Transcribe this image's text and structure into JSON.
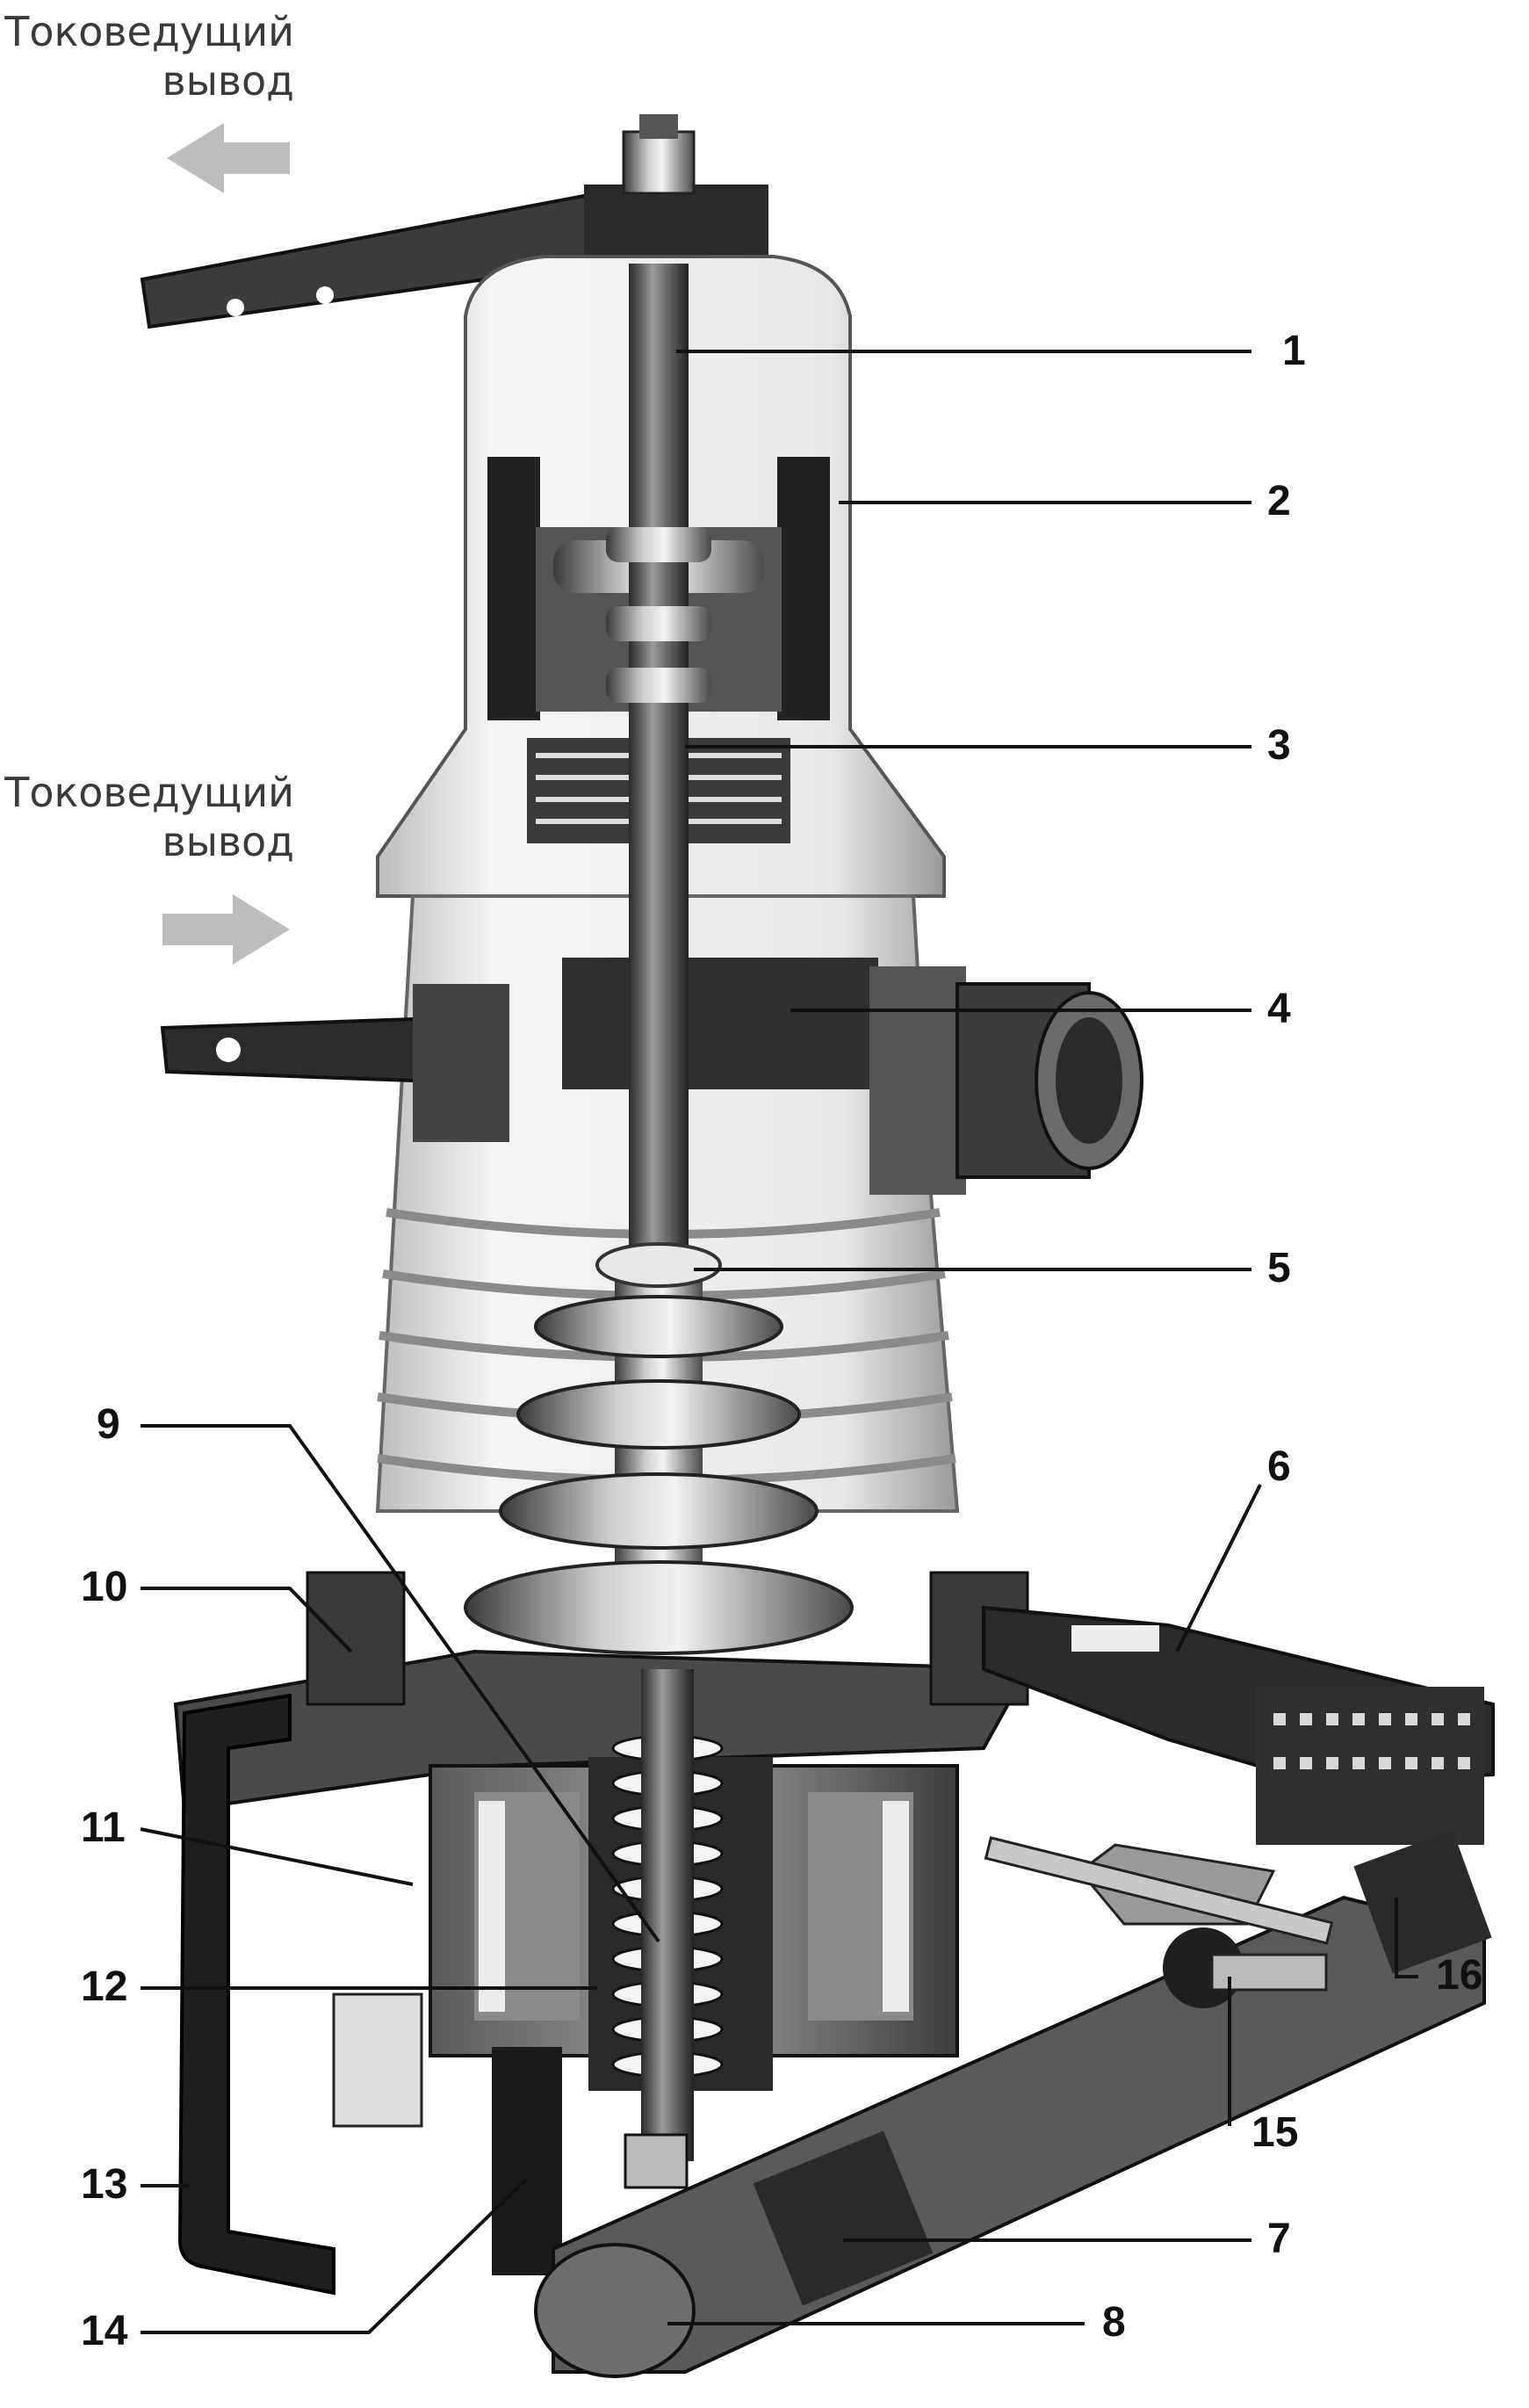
{
  "captions": {
    "top": [
      "Токоведущий",
      "вывод"
    ],
    "middle": [
      "Токоведущий",
      "вывод"
    ]
  },
  "arrows": {
    "top": "arrow-left-icon",
    "middle": "arrow-right-icon"
  },
  "callouts": [
    "1",
    "2",
    "3",
    "4",
    "5",
    "6",
    "7",
    "8",
    "9",
    "10",
    "11",
    "12",
    "13",
    "14",
    "15",
    "16"
  ],
  "colors": {
    "background": "#ffffff",
    "arrow": "#bdbdbd",
    "metal": "#6f6f6f",
    "dark": "#1e1e1e",
    "glass": "#d6d6d6"
  }
}
